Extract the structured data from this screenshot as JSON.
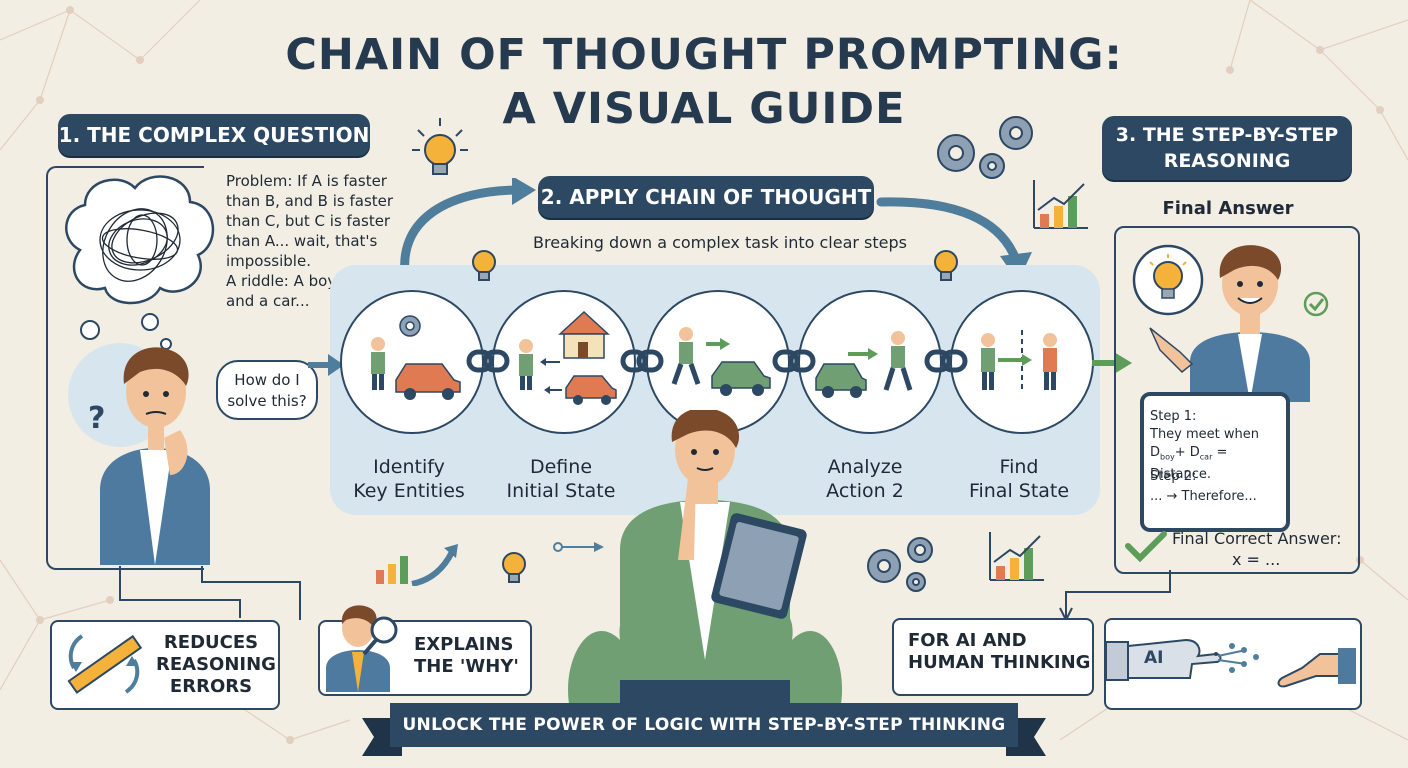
{
  "title": {
    "line1": "CHAIN OF THOUGHT PROMPTING:",
    "line2": "A VISUAL GUIDE"
  },
  "section1": {
    "label": "1. THE COMPLEX QUESTION",
    "problem_lines": [
      "Problem: If A is faster",
      "than B, and B is faster",
      "than C, but C is faster",
      "than A... wait, that's",
      "impossible.",
      "A riddle: A boy",
      "and a car..."
    ],
    "bubble_lines": [
      "How do I",
      "solve this?"
    ],
    "question_mark": "?"
  },
  "section2": {
    "label": "2. APPLY CHAIN OF THOUGHT",
    "subtitle": "Breaking down a complex task into clear steps",
    "steps": [
      {
        "line1": "Identify",
        "line2": "Key Entities"
      },
      {
        "line1": "Define",
        "line2": "Initial State"
      },
      {
        "line1": "Analyze",
        "line2": "Action 2"
      },
      {
        "line1": "Find",
        "line2": "Final State"
      }
    ]
  },
  "section3": {
    "label_line1": "3. THE STEP-BY-STEP",
    "label_line2": "REASONING",
    "final_answer": "Final Answer",
    "tablet": {
      "step1": "Step 1:",
      "line_a": "They meet when",
      "d1": "D",
      "d1_sub": "boy",
      "plus": "+ ",
      "d2": "D",
      "d2_sub": "car",
      "eq": " = Distance.",
      "step2": "Step 2:",
      "line_b": "... → Therefore..."
    },
    "answer_line1": "Final Correct Answer:",
    "answer_line2": "x = ..."
  },
  "features": {
    "errors": [
      "REDUCES",
      "REASONING",
      "ERRORS"
    ],
    "why": [
      "EXPLAINS",
      "THE 'WHY'"
    ],
    "ai": [
      "FOR AI AND",
      "HUMAN THINKING"
    ],
    "ai_badge": "AI"
  },
  "banner": "UNLOCK THE POWER OF LOGIC WITH STEP-BY-STEP THINKING",
  "colors": {
    "navy": "#2d4863",
    "bg": "#f3eee3",
    "band": "#d7e6ee",
    "green": "#5e9c5a",
    "bulb": "#f4b23a",
    "car_orange": "#e07a52",
    "car_green": "#6f9f73",
    "skin": "#f2c29b",
    "hair": "#7a4a2a"
  }
}
